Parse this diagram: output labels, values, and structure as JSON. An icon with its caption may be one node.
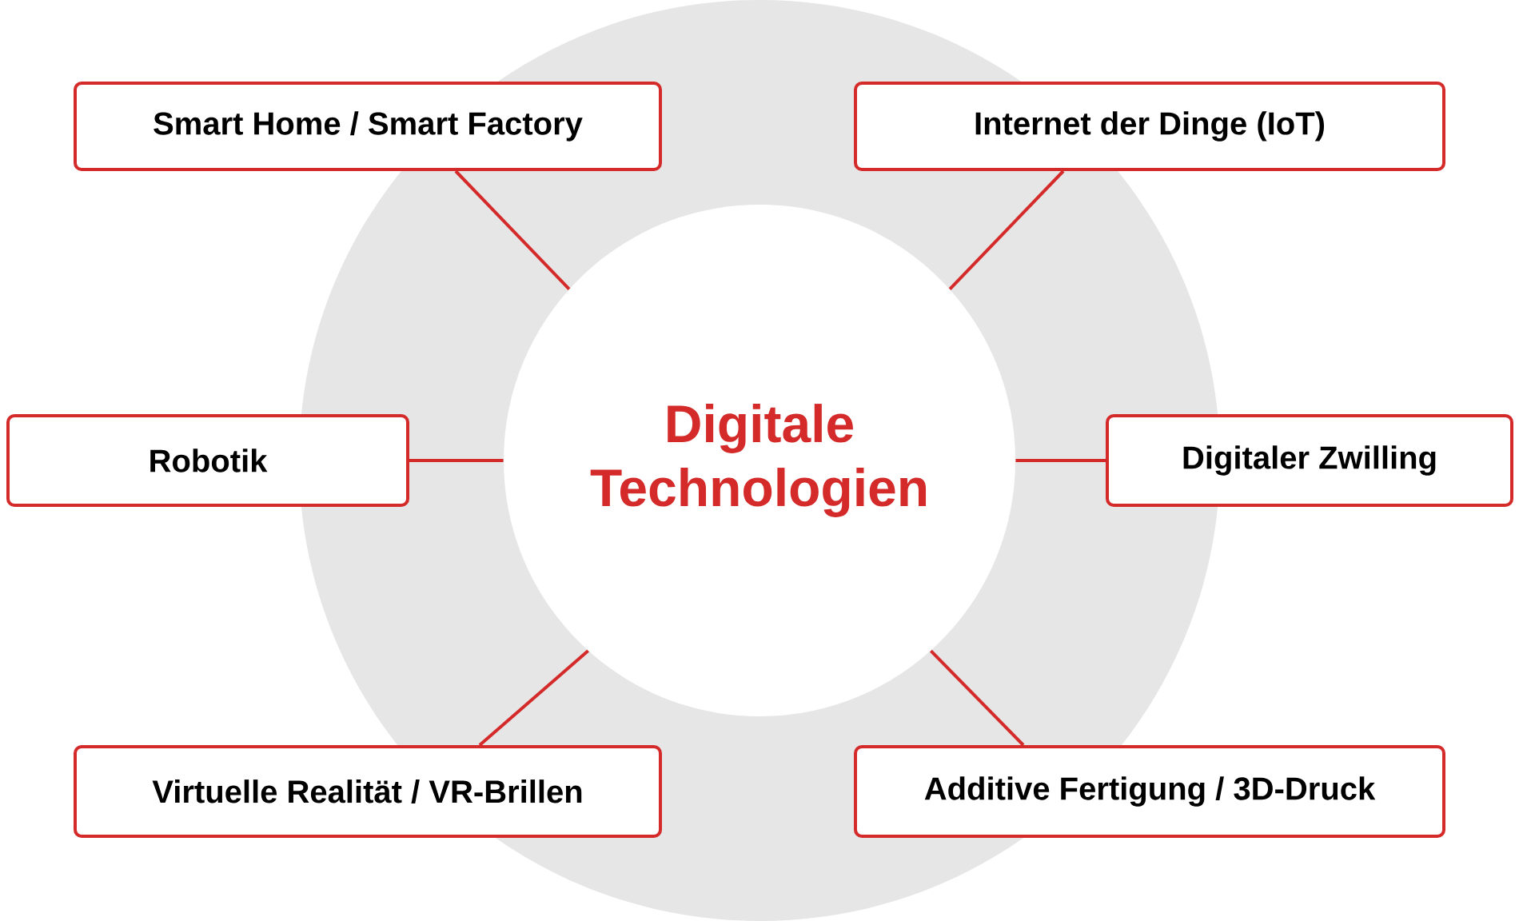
{
  "diagram": {
    "nodes": [
      {
        "text": [
          "Digitale Technologien"
        ]
      },
      {
        "text": [
          "Smart Home / Smart Factory"
        ]
      },
      {
        "text": [
          "Internet der Dinge (IoT)"
        ]
      },
      {
        "text": [
          "Robotik"
        ]
      },
      {
        "text": [
          "Digitaler Zwilling"
        ]
      },
      {
        "text": [
          "Virtuelle Realität / VR-Brillen"
        ]
      },
      {
        "text": [
          "Additive Fertigung / 3D-Druck"
        ]
      }
    ],
    "edges": [
      {
        "from": 0,
        "to": 1,
        "arrow": "none"
      },
      {
        "from": 0,
        "to": 2,
        "arrow": "none"
      },
      {
        "from": 0,
        "to": 3,
        "arrow": "none"
      },
      {
        "from": 0,
        "to": 4,
        "arrow": "none"
      },
      {
        "from": 0,
        "to": 5,
        "arrow": "none"
      },
      {
        "from": 0,
        "to": 6,
        "arrow": "none"
      }
    ]
  }
}
